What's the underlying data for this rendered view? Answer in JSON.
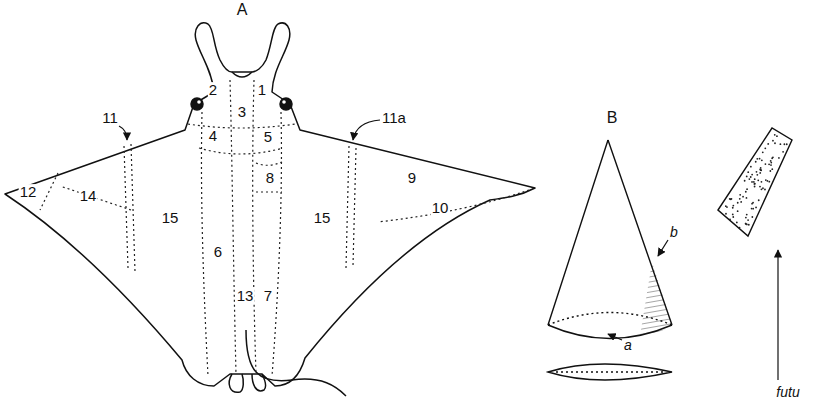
{
  "diagram": {
    "labels": [
      "A",
      "2",
      "1",
      "3",
      "11",
      "11a",
      "4",
      "5",
      "12",
      "14",
      "8",
      "9",
      "10",
      "15",
      "6",
      "15",
      "13",
      "7",
      "B",
      "b",
      "a",
      "futu"
    ]
  }
}
